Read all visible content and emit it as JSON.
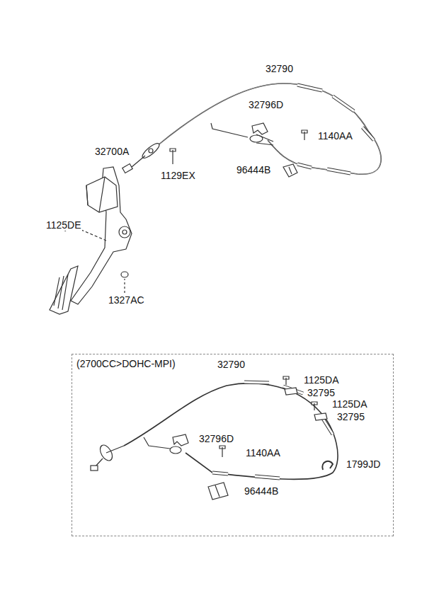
{
  "diagram": {
    "nodes": [
      {
        "text": [
          "(2700CC>DOHC-MPI)"
        ]
      }
    ],
    "labels": [
      "32790",
      "32796D",
      "1140AA",
      "32700A",
      "1129EX",
      "96444B",
      "1125DE",
      "1327AC",
      "32790",
      "1125DA",
      "32795",
      "1125DA",
      "32795",
      "32796D",
      "1140AA",
      "1799JD",
      "96444B"
    ]
  }
}
